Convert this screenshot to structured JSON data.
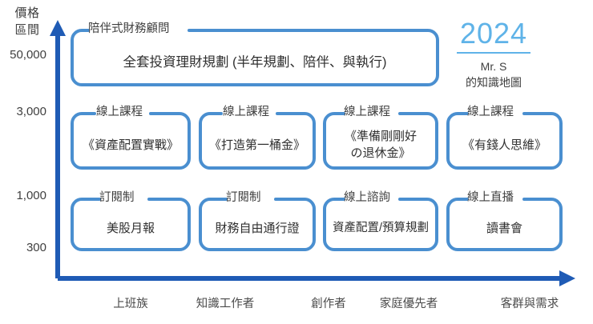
{
  "chart_data": {
    "type": "table",
    "title": "2024 Mr. S 的知識地圖",
    "xlabel": "客群與需求",
    "ylabel": "價格區間",
    "ytick_labels": [
      "50,000",
      "3,000",
      "1,000",
      "300"
    ],
    "xtick_labels": [
      "上班族",
      "知識工作者",
      "創作者",
      "家庭優先者",
      "客群與需求"
    ],
    "grid": false,
    "legend": "none",
    "rows": [
      {
        "price_band": "50,000",
        "items": [
          {
            "category": "陪伴式財務顧問",
            "name": "全套投資理財規劃 (半年規劃、陪伴、與執行)",
            "span": 4
          }
        ]
      },
      {
        "price_band": "3,000",
        "items": [
          {
            "category": "線上課程",
            "name": "《資產配置實戰》",
            "span": 1
          },
          {
            "category": "線上課程",
            "name": "《打造第一桶金》",
            "span": 1
          },
          {
            "category": "線上課程",
            "name": "《準備剛剛好の退休金》",
            "span": 1
          },
          {
            "category": "線上課程",
            "name": "《有錢人思維》",
            "span": 1
          }
        ]
      },
      {
        "price_band": "300 - 1,000",
        "items": [
          {
            "category": "訂閱制",
            "name": "美股月報",
            "span": 1
          },
          {
            "category": "訂閱制",
            "name": "財務自由通行證",
            "span": 1
          },
          {
            "category": "線上諮詢",
            "name": "資產配置/預算規劃",
            "span": 1
          },
          {
            "category": "線上直播",
            "name": "讀書會",
            "span": 1
          }
        ]
      }
    ]
  },
  "axes": {
    "y_caption_line1": "價格",
    "y_caption_line2": "區間",
    "y_ticks": [
      {
        "label": "50,000"
      },
      {
        "label": "3,000"
      },
      {
        "label": "1,000"
      },
      {
        "label": "300"
      }
    ],
    "x_ticks": [
      {
        "label": "上班族"
      },
      {
        "label": "知識工作者"
      },
      {
        "label": "創作者"
      },
      {
        "label": "家庭優先者"
      },
      {
        "label": "客群與需求"
      }
    ],
    "axis_color": "#1f5bb5"
  },
  "badge": {
    "year": "2024",
    "who_line1": "Mr. S",
    "who_line2": "的知識地圖",
    "accent_color": "#5fb3e8"
  },
  "boxes": {
    "top": {
      "caption": "陪伴式財務顧問",
      "text": "全套投資理財規劃 (半年規劃、陪伴、與執行)"
    },
    "mid": [
      {
        "caption": "線上課程",
        "line1": "《資產配置實戰》",
        "line2": ""
      },
      {
        "caption": "線上課程",
        "line1": "《打造第一桶金》",
        "line2": ""
      },
      {
        "caption": "線上課程",
        "line1": "《準備剛剛好",
        "line2": "の退休金》"
      },
      {
        "caption": "線上課程",
        "line1": "《有錢人思維》",
        "line2": ""
      }
    ],
    "bottom": [
      {
        "caption": "訂閱制",
        "line1": "美股月報",
        "line2": ""
      },
      {
        "caption": "訂閱制",
        "line1": "財務自由通行證",
        "line2": ""
      },
      {
        "caption": "線上諮詢",
        "line1": "資產配置/預算規劃",
        "line2": ""
      },
      {
        "caption": "線上直播",
        "line1": "讀書會",
        "line2": ""
      }
    ],
    "border_color": "#4a8fd0"
  }
}
